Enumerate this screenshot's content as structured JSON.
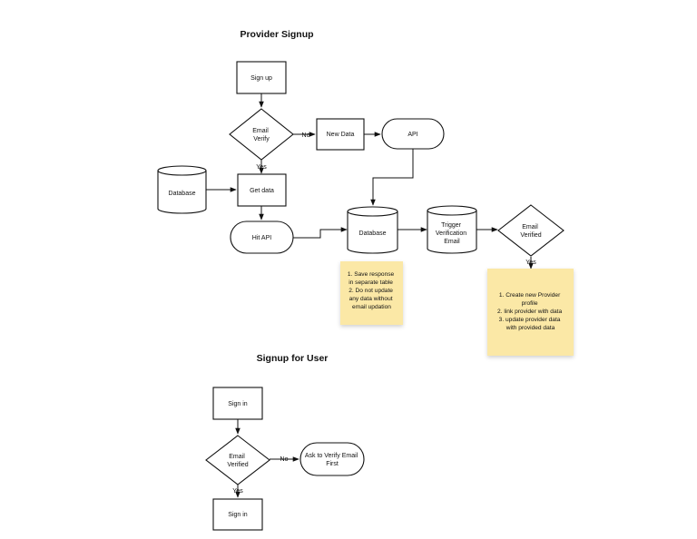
{
  "provider_section": {
    "title": "Provider Signup",
    "nodes": {
      "sign_up": "Sign up",
      "email_verify": [
        "Email",
        "Verify"
      ],
      "new_data": "New Data",
      "api": "API",
      "db_left": "Database",
      "get_data": "Get data",
      "hit_api": "Hit API",
      "db_center": "Database",
      "trigger": [
        "Trigger",
        "Verification",
        "Email"
      ],
      "email_verified": [
        "Email",
        "Verified"
      ]
    },
    "edge_labels": {
      "no": "No",
      "yes_left": "Yes",
      "yes_right": "Yes"
    },
    "notes": {
      "save_note": [
        "1. Save response",
        "in separate table",
        "2. Do not update",
        "any data without",
        "email updation"
      ],
      "create_note": [
        "1. Create new Provider",
        "profile",
        "2. link provider with data",
        "3. update provider data",
        "with provided data"
      ]
    }
  },
  "user_section": {
    "title": "Signup for User",
    "nodes": {
      "sign_in_top": "Sign in",
      "email_verified": [
        "Email",
        "Verified"
      ],
      "ask_verify": [
        "Ask to Verify Email",
        "First"
      ],
      "sign_in_bottom": "Sign in"
    },
    "edge_labels": {
      "no": "No",
      "yes": "Yes"
    }
  },
  "colors": {
    "note_fill": "#fbe8a6",
    "stroke": "#111111",
    "background": "#ffffff"
  }
}
